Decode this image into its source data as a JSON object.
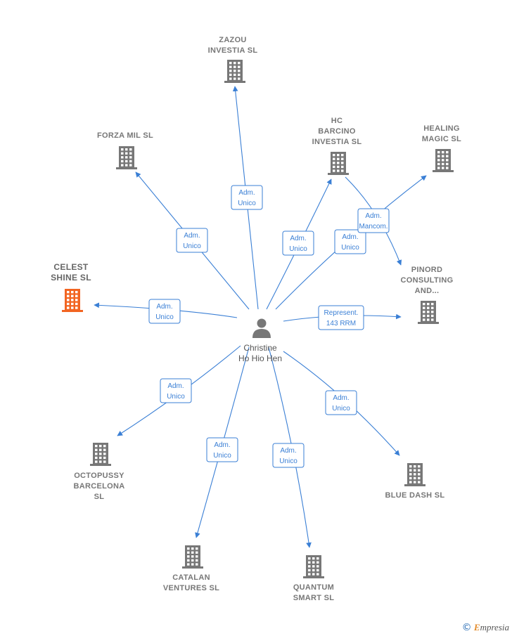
{
  "center": {
    "name_lines": [
      "Christine",
      "Ho Hio Hen"
    ],
    "icon": "person-icon"
  },
  "nodes": [
    {
      "id": "zazou",
      "lines": [
        "ZAZOU",
        "INVESTIA  SL"
      ],
      "color": "#777777",
      "icon": "building-icon"
    },
    {
      "id": "forza",
      "lines": [
        "FORZA MIL  SL"
      ],
      "color": "#777777",
      "icon": "building-icon"
    },
    {
      "id": "hcbarcino",
      "lines": [
        "HC",
        "BARCINO",
        "INVESTIA  SL"
      ],
      "color": "#777777",
      "icon": "building-icon"
    },
    {
      "id": "healing",
      "lines": [
        "HEALING",
        "MAGIC  SL"
      ],
      "color": "#777777",
      "icon": "building-icon"
    },
    {
      "id": "celest",
      "lines": [
        "CELEST",
        "SHINE  SL"
      ],
      "color": "#f26522",
      "icon": "building-icon"
    },
    {
      "id": "pinord",
      "lines": [
        "PINORD",
        "CONSULTING",
        "AND..."
      ],
      "color": "#777777",
      "icon": "building-icon"
    },
    {
      "id": "octopussy",
      "lines": [
        "OCTOPUSSY",
        "BARCELONA",
        "SL"
      ],
      "color": "#777777",
      "icon": "building-icon"
    },
    {
      "id": "bluedash",
      "lines": [
        "BLUE DASH  SL"
      ],
      "color": "#777777",
      "icon": "building-icon"
    },
    {
      "id": "catalan",
      "lines": [
        "CATALAN",
        "VENTURES  SL"
      ],
      "color": "#777777",
      "icon": "building-icon"
    },
    {
      "id": "quantum",
      "lines": [
        "QUANTUM",
        "SMART  SL"
      ],
      "color": "#777777",
      "icon": "building-icon"
    }
  ],
  "edges": [
    {
      "to": "zazou",
      "lines": [
        "Adm.",
        "Unico"
      ]
    },
    {
      "to": "forza",
      "lines": [
        "Adm.",
        "Unico"
      ]
    },
    {
      "to": "hcbarcino",
      "lines": [
        "Adm.",
        "Unico"
      ]
    },
    {
      "to": "healing",
      "lines": [
        "Adm.",
        "Unico"
      ]
    },
    {
      "to": "pinord",
      "lines": [
        "Adm.",
        "Mancom."
      ]
    },
    {
      "to": "celest",
      "lines": [
        "Adm.",
        "Unico"
      ]
    },
    {
      "to": "pinord",
      "lines": [
        "Represent.",
        "143 RRM"
      ]
    },
    {
      "to": "octopussy",
      "lines": [
        "Adm.",
        "Unico"
      ]
    },
    {
      "to": "bluedash",
      "lines": [
        "Adm.",
        "Unico"
      ]
    },
    {
      "to": "catalan",
      "lines": [
        "Adm.",
        "Unico"
      ]
    },
    {
      "to": "quantum",
      "lines": [
        "Adm.",
        "Unico"
      ]
    }
  ],
  "colors": {
    "edge": "#3a7fd5",
    "node": "#777777",
    "highlight": "#f26522"
  },
  "brand": {
    "copyright": "©",
    "name": "Empresia"
  }
}
